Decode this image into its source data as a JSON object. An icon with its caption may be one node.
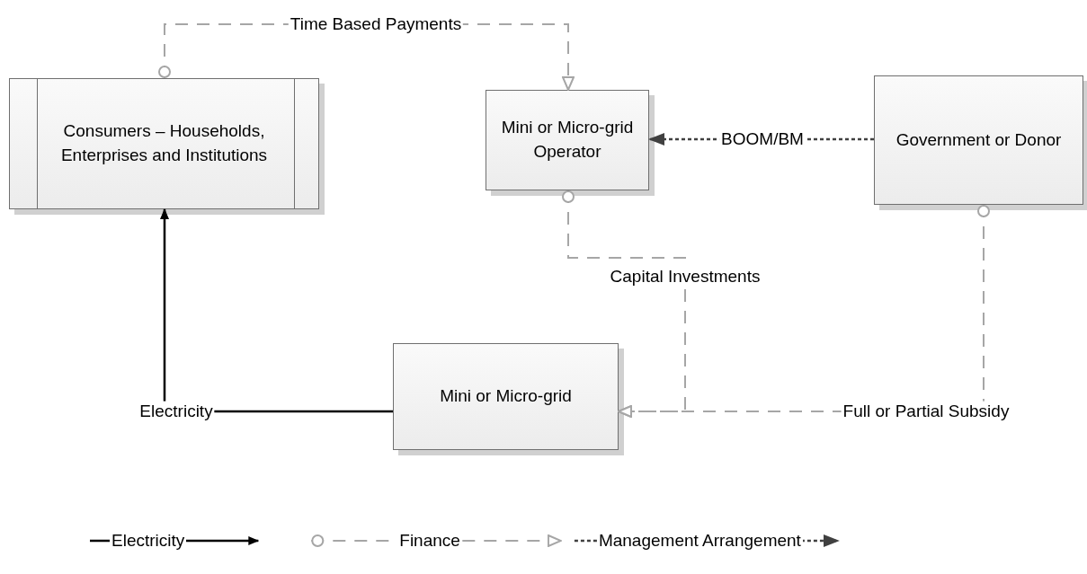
{
  "diagram": {
    "nodes": [
      {
        "text": [
          "Consumers – Households, Enterprises and Institutions"
        ]
      },
      {
        "text": [
          "Mini or Micro-grid Operator"
        ]
      },
      {
        "text": [
          "Government or Donor"
        ]
      },
      {
        "text": [
          "Mini or Micro-grid"
        ]
      }
    ],
    "edges": [
      {
        "from": 0,
        "to": 1,
        "arrow": "to",
        "label": "Time Based Payments",
        "style": "dashed"
      },
      {
        "from": 2,
        "to": 1,
        "arrow": "to",
        "label": "BOOM/BM",
        "style": "dashed",
        "color": "#404040"
      },
      {
        "from": 1,
        "to": 3,
        "arrow": "to",
        "label": "Capital Investments",
        "style": "dashed"
      },
      {
        "from": 2,
        "to": 3,
        "arrow": "to",
        "label": "Full or Partial Subsidy",
        "style": "dashed"
      },
      {
        "from": 3,
        "to": 0,
        "arrow": "to",
        "label": "Electricity",
        "color": "#000000"
      }
    ],
    "legend": [
      {
        "text": "Electricity"
      },
      {
        "text": "Finance"
      },
      {
        "text": "Management Arrangement"
      }
    ]
  }
}
